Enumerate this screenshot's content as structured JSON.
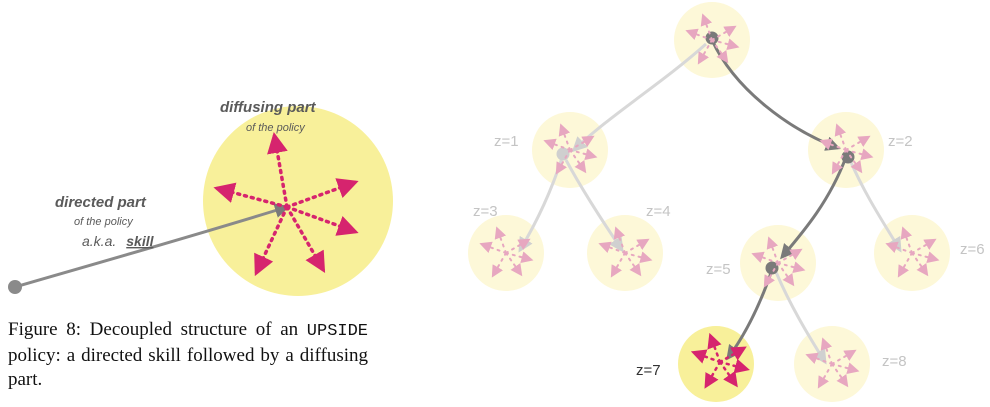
{
  "left_diagram": {
    "diffusing_title": "diffusing part",
    "diffusing_subtitle": "of the policy",
    "directed_title": "directed part",
    "directed_subtitle": "of the policy",
    "skill_prefix": "a.k.a.",
    "skill_word": "skill"
  },
  "caption": {
    "prefix": "Figure 8: Decoupled structure of an",
    "code": "UPSIDE",
    "suffix": "policy: a directed skill followed by a diffusing part."
  },
  "tree": {
    "nodes": [
      "z=1",
      "z=2",
      "z=3",
      "z=4",
      "z=5",
      "z=6",
      "z=7",
      "z=8"
    ],
    "highlighted_path": [
      "root",
      "z=2",
      "z=5",
      "z=7"
    ]
  },
  "colors": {
    "circle_fill": "#f8f09a",
    "circle_faded": "#fdf8d8",
    "arrow_magenta": "#d6246e",
    "arrow_faded": "#e7a7c0",
    "path_dark": "#7a7a7a",
    "path_faded": "#d8d8d8"
  }
}
